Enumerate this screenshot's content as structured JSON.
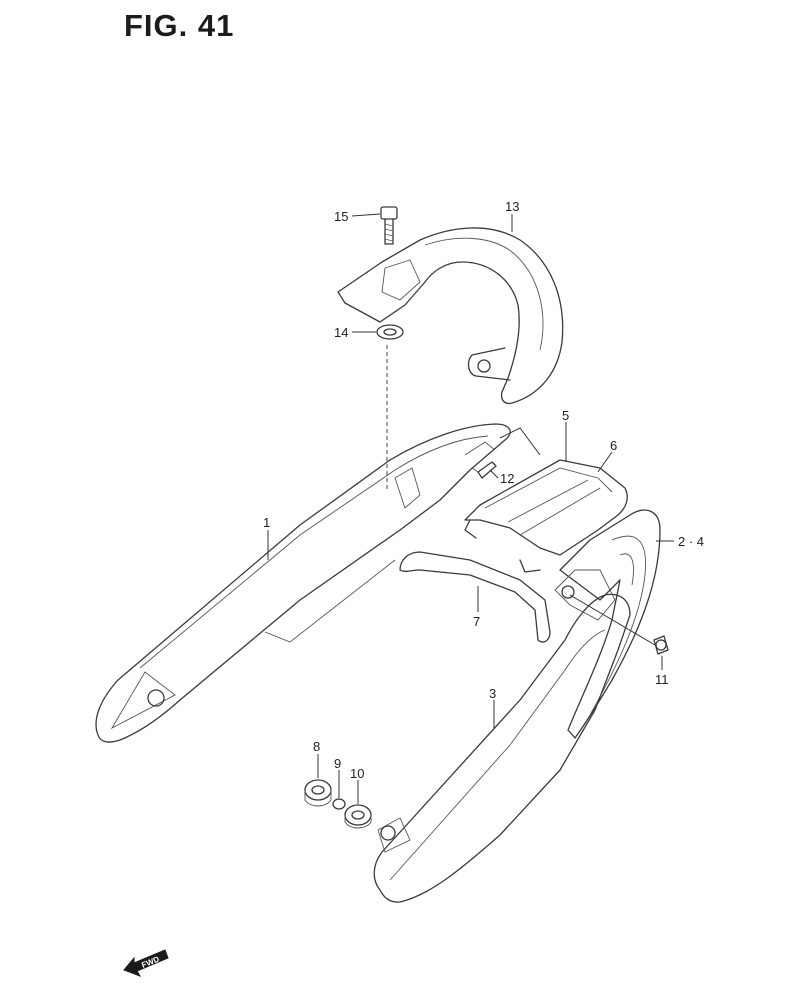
{
  "figure": {
    "title": "FIG. 41",
    "forward_label": "FWD",
    "callouts": [
      {
        "id": "c15",
        "label": "15"
      },
      {
        "id": "c13",
        "label": "13"
      },
      {
        "id": "c14",
        "label": "14"
      },
      {
        "id": "c5",
        "label": "5"
      },
      {
        "id": "c6",
        "label": "6"
      },
      {
        "id": "c12",
        "label": "12"
      },
      {
        "id": "c1",
        "label": "1"
      },
      {
        "id": "c24",
        "label": "2 · 4"
      },
      {
        "id": "c7",
        "label": "7"
      },
      {
        "id": "c11",
        "label": "11"
      },
      {
        "id": "c3",
        "label": "3"
      },
      {
        "id": "c8",
        "label": "8"
      },
      {
        "id": "c9",
        "label": "9"
      },
      {
        "id": "c10",
        "label": "10"
      }
    ]
  }
}
